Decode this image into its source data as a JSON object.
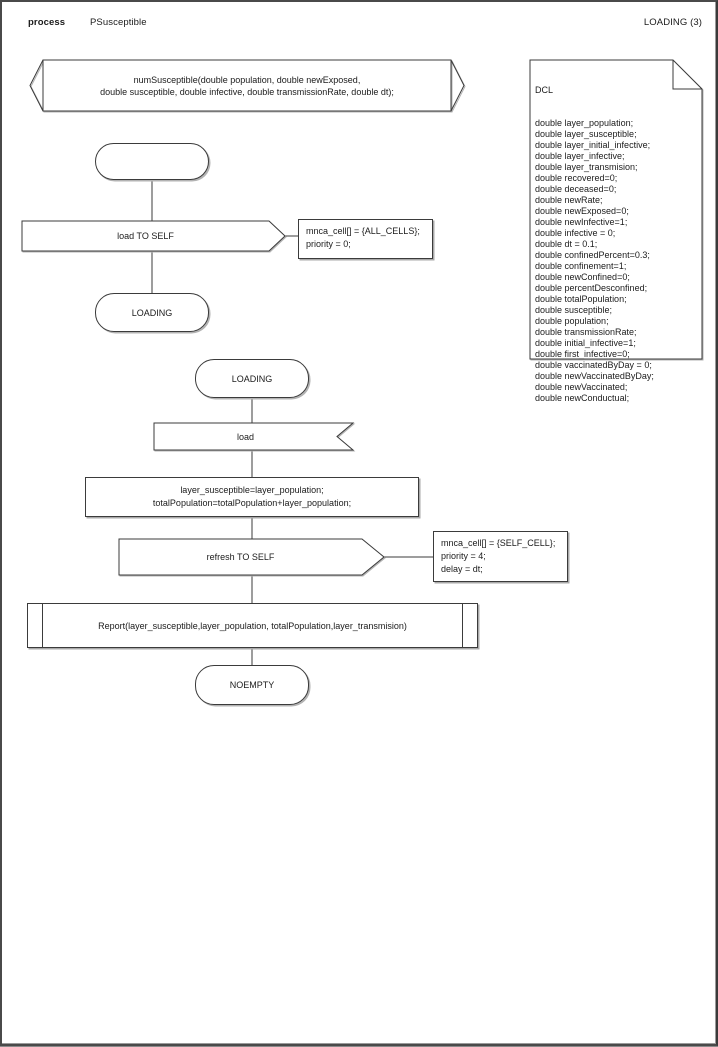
{
  "window": {
    "kind_label": "process",
    "process_name": "PSusceptible",
    "state_indicator": "LOADING (3)"
  },
  "procedure_box": {
    "line1": "numSusceptible(double population, double newExposed,",
    "line2": "double susceptible, double infective, double transmissionRate, double dt);"
  },
  "dcl_note": {
    "title": "DCL",
    "lines": [
      "double layer_population;",
      "double layer_susceptible;",
      "double layer_initial_infective;",
      "double layer_infective;",
      "double layer_transmision;",
      "double recovered=0;",
      "double deceased=0;",
      "double newRate;",
      "double newExposed=0;",
      "double newInfective=1;",
      "double infective = 0;",
      "double dt = 0.1;",
      "double confinedPercent=0.3;",
      "double confinement=1;",
      "double newConfined=0;",
      "double percentDesconfined;",
      "double totalPopulation;",
      "double susceptible;",
      "double population;",
      "double transmissionRate;",
      "double initial_infective=1;",
      "double first_infective=0;",
      "double vaccinatedByDay = 0;",
      "double newVaccinatedByDay;",
      "double newVaccinated;",
      "double newConductual;"
    ]
  },
  "flow1": {
    "start_state": "",
    "send_label": "load TO SELF",
    "send_annotation": [
      "mnca_cell[] = {ALL_CELLS};",
      "priority = 0;"
    ],
    "end_state": "LOADING"
  },
  "flow2": {
    "start_state": "LOADING",
    "receive_label": "load",
    "assignment_line1": "layer_susceptible=layer_population;",
    "assignment_line2": "totalPopulation=totalPopulation+layer_population;",
    "send_label": "refresh TO SELF",
    "send_annotation": [
      "mnca_cell[] = {SELF_CELL};",
      "priority = 4;",
      "delay = dt;"
    ],
    "report_label": "Report(layer_susceptible,layer_population, totalPopulation,layer_transmision)",
    "end_state": "NOEMPTY"
  }
}
